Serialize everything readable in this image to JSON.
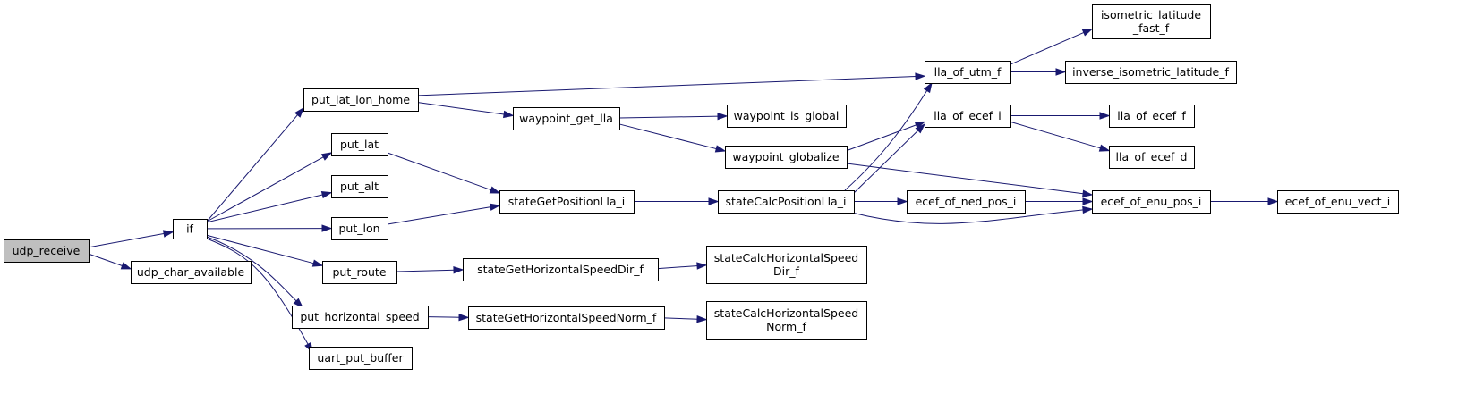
{
  "colors": {
    "edge": "#191970",
    "root_fill": "#bfbfbf",
    "node_fill": "#ffffff",
    "node_border": "#000000"
  },
  "nodes": {
    "udp_receive": {
      "lines": [
        "udp_receive"
      ],
      "root": true
    },
    "if": {
      "lines": [
        "if"
      ]
    },
    "udp_char_available": {
      "lines": [
        "udp_char_available"
      ]
    },
    "put_lat_lon_home": {
      "lines": [
        "put_lat_lon_home"
      ]
    },
    "put_lat": {
      "lines": [
        "put_lat"
      ]
    },
    "put_alt": {
      "lines": [
        "put_alt"
      ]
    },
    "put_lon": {
      "lines": [
        "put_lon"
      ]
    },
    "put_route": {
      "lines": [
        "put_route"
      ]
    },
    "put_horizontal_speed": {
      "lines": [
        "put_horizontal_speed"
      ]
    },
    "uart_put_buffer": {
      "lines": [
        "uart_put_buffer"
      ]
    },
    "waypoint_get_lla": {
      "lines": [
        "waypoint_get_lla"
      ]
    },
    "stateGetPositionLla_i": {
      "lines": [
        "stateGetPositionLla_i"
      ]
    },
    "stateGetHorizontalSpeedDir_f": {
      "lines": [
        "stateGetHorizontalSpeedDir_f"
      ]
    },
    "stateGetHorizontalSpeedNorm_f": {
      "lines": [
        "stateGetHorizontalSpeedNorm_f"
      ]
    },
    "waypoint_is_global": {
      "lines": [
        "waypoint_is_global"
      ]
    },
    "waypoint_globalize": {
      "lines": [
        "waypoint_globalize"
      ]
    },
    "stateCalcPositionLla_i": {
      "lines": [
        "stateCalcPositionLla_i"
      ]
    },
    "stateCalcHorizontalSpeedDir_f": {
      "lines": [
        "stateCalcHorizontalSpeed",
        "Dir_f"
      ]
    },
    "stateCalcHorizontalSpeedNorm_f": {
      "lines": [
        "stateCalcHorizontalSpeed",
        "Norm_f"
      ]
    },
    "lla_of_utm_f": {
      "lines": [
        "lla_of_utm_f"
      ]
    },
    "lla_of_ecef_i": {
      "lines": [
        "lla_of_ecef_i"
      ]
    },
    "ecef_of_ned_pos_i": {
      "lines": [
        "ecef_of_ned_pos_i"
      ]
    },
    "ecef_of_enu_pos_i": {
      "lines": [
        "ecef_of_enu_pos_i"
      ]
    },
    "isometric_latitude_fast_f": {
      "lines": [
        "isometric_latitude",
        "_fast_f"
      ]
    },
    "inverse_isometric_latitude_f": {
      "lines": [
        "inverse_isometric_latitude_f"
      ]
    },
    "lla_of_ecef_f": {
      "lines": [
        "lla_of_ecef_f"
      ]
    },
    "lla_of_ecef_d": {
      "lines": [
        "lla_of_ecef_d"
      ]
    },
    "ecef_of_enu_vect_i": {
      "lines": [
        "ecef_of_enu_vect_i"
      ]
    }
  },
  "edges": [
    [
      "udp_receive",
      "if"
    ],
    [
      "udp_receive",
      "udp_char_available"
    ],
    [
      "if",
      "put_lat_lon_home"
    ],
    [
      "if",
      "put_lat"
    ],
    [
      "if",
      "put_alt"
    ],
    [
      "if",
      "put_lon"
    ],
    [
      "if",
      "put_route"
    ],
    [
      "if",
      "put_horizontal_speed"
    ],
    [
      "if",
      "uart_put_buffer"
    ],
    [
      "put_lat_lon_home",
      "lla_of_utm_f"
    ],
    [
      "put_lat_lon_home",
      "waypoint_get_lla"
    ],
    [
      "put_lat",
      "stateGetPositionLla_i"
    ],
    [
      "put_lon",
      "stateGetPositionLla_i"
    ],
    [
      "put_route",
      "stateGetHorizontalSpeedDir_f"
    ],
    [
      "put_horizontal_speed",
      "stateGetHorizontalSpeedNorm_f"
    ],
    [
      "waypoint_get_lla",
      "waypoint_is_global"
    ],
    [
      "waypoint_get_lla",
      "waypoint_globalize"
    ],
    [
      "stateGetPositionLla_i",
      "stateCalcPositionLla_i"
    ],
    [
      "stateGetHorizontalSpeedDir_f",
      "stateCalcHorizontalSpeedDir_f"
    ],
    [
      "stateGetHorizontalSpeedNorm_f",
      "stateCalcHorizontalSpeedNorm_f"
    ],
    [
      "waypoint_globalize",
      "lla_of_ecef_i"
    ],
    [
      "waypoint_globalize",
      "ecef_of_enu_pos_i"
    ],
    [
      "stateCalcPositionLla_i",
      "lla_of_utm_f"
    ],
    [
      "stateCalcPositionLla_i",
      "lla_of_ecef_i"
    ],
    [
      "stateCalcPositionLla_i",
      "ecef_of_ned_pos_i"
    ],
    [
      "stateCalcPositionLla_i",
      "ecef_of_enu_pos_i"
    ],
    [
      "lla_of_utm_f",
      "isometric_latitude_fast_f"
    ],
    [
      "lla_of_utm_f",
      "inverse_isometric_latitude_f"
    ],
    [
      "lla_of_ecef_i",
      "lla_of_ecef_f"
    ],
    [
      "lla_of_ecef_i",
      "lla_of_ecef_d"
    ],
    [
      "ecef_of_ned_pos_i",
      "ecef_of_enu_pos_i"
    ],
    [
      "ecef_of_enu_pos_i",
      "ecef_of_enu_vect_i"
    ]
  ]
}
